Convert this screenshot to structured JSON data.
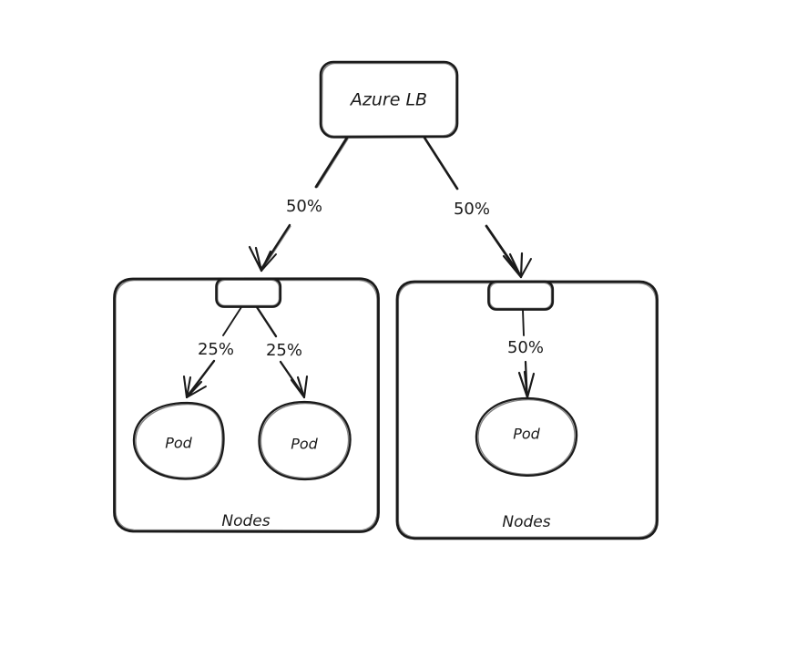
{
  "diagram": {
    "title_text": "Azure LB",
    "background_color": "#ffffff",
    "stroke_color": "#1a1a1a",
    "style": "hand-drawn-sketch",
    "load_balancer": {
      "label": "Azure LB"
    },
    "edges_from_lb": [
      {
        "label": "50%",
        "target": "node-group-left"
      },
      {
        "label": "50%",
        "target": "node-group-right"
      }
    ],
    "node_groups": [
      {
        "id": "node-group-left",
        "label": "Nodes",
        "service_box_label": "",
        "edges": [
          {
            "label": "25%",
            "target": "pod-left-1"
          },
          {
            "label": "25%",
            "target": "pod-left-2"
          }
        ],
        "pods": [
          {
            "id": "pod-left-1",
            "label": "Pod"
          },
          {
            "id": "pod-left-2",
            "label": "Pod"
          }
        ]
      },
      {
        "id": "node-group-right",
        "label": "Nodes",
        "service_box_label": "",
        "edges": [
          {
            "label": "50%",
            "target": "pod-right-1"
          }
        ],
        "pods": [
          {
            "id": "pod-right-1",
            "label": "Pod"
          }
        ]
      }
    ]
  }
}
